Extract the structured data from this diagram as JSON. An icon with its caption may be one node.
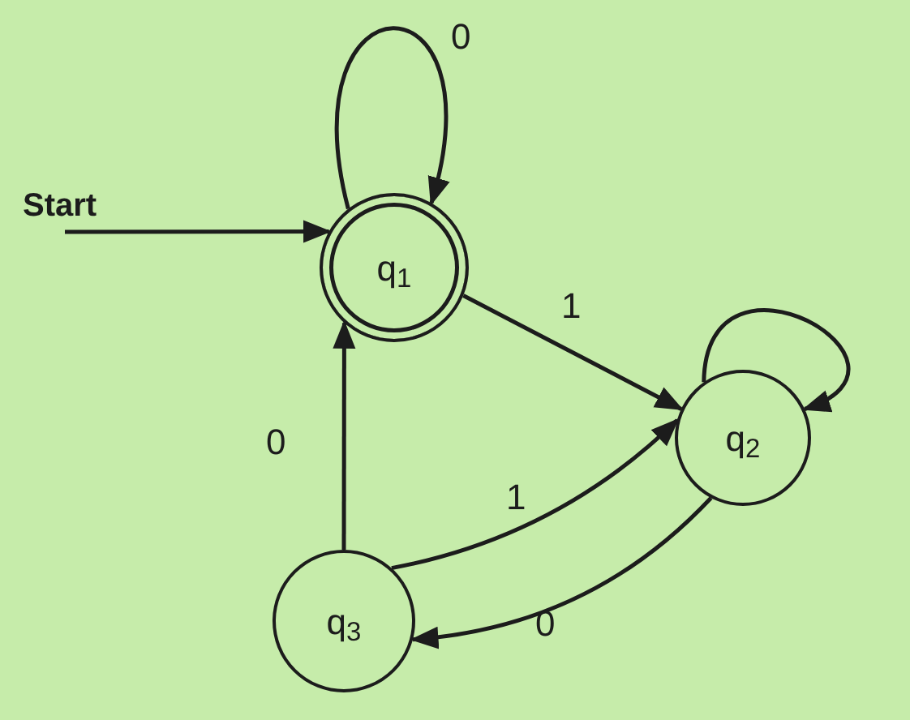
{
  "diagram": {
    "nodes": [
      {
        "text": [
          "q$_{1}$"
        ]
      },
      {
        "text": [
          "q$_{2}$"
        ]
      },
      {
        "text": [
          "q$_{3}$"
        ]
      }
    ],
    "edges": [
      {
        "from": null,
        "to": 0,
        "arrow": "to",
        "label": "Start"
      },
      {
        "from": 0,
        "to": 0,
        "arrow": "to",
        "label": "0"
      },
      {
        "from": 0,
        "to": 1,
        "arrow": "to",
        "label": "1"
      },
      {
        "from": 1,
        "to": 1,
        "arrow": "to"
      },
      {
        "from": 2,
        "to": 0,
        "arrow": "to",
        "label": "0"
      },
      {
        "from": 2,
        "to": 1,
        "arrow": "to",
        "label": "1"
      },
      {
        "from": 1,
        "to": 2,
        "arrow": "to",
        "label": "0"
      }
    ]
  }
}
